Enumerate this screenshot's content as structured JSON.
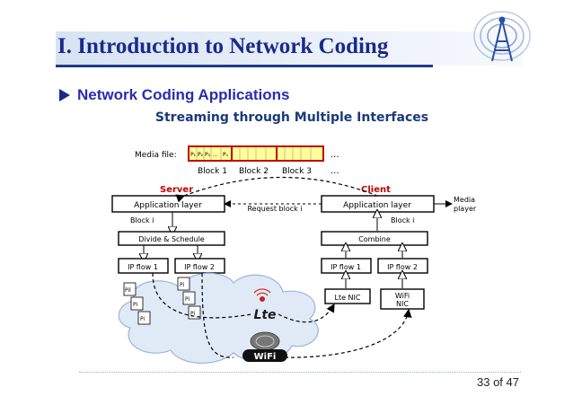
{
  "slide": {
    "title": "I. Introduction to Network Coding",
    "bullet": "Network Coding Applications",
    "page_number": "33 of 47"
  },
  "diagram": {
    "title": "Streaming through Multiple Interfaces",
    "media_file_label": "Media file:",
    "packet_labels": [
      "P₁",
      "P₂",
      "P₃",
      "...",
      "Pₙ"
    ],
    "block_labels": [
      "Block 1",
      "Block 2",
      "Block 3"
    ],
    "ellipsis": "...",
    "server_label": "Server",
    "client_label": "Client",
    "server_app_layer": "Application layer",
    "client_app_layer": "Application layer",
    "request_block": "Request block i",
    "media_player": "Media player",
    "server_block_i": "Block i",
    "client_block_i": "Block i",
    "divide_schedule": "Divide & Schedule",
    "combine": "Combine",
    "ip_flow_1": "IP flow 1",
    "ip_flow_2": "IP flow 2",
    "lte_nic": "Lte NIC",
    "wifi_nic": "WiFi NIC",
    "lte_logo": "Lte",
    "wifi_logo": "WiFi",
    "pkt_left": [
      "Pil",
      "Pi",
      "Pi"
    ],
    "pkt_right": [
      "Pi",
      "Pi",
      "Pi"
    ]
  },
  "colors": {
    "title": "#1a2a8a",
    "bullet": "#2b2bb0",
    "server_client": "#c00000",
    "packet_fill": "#ffff99",
    "packet_border": "#c00000"
  }
}
